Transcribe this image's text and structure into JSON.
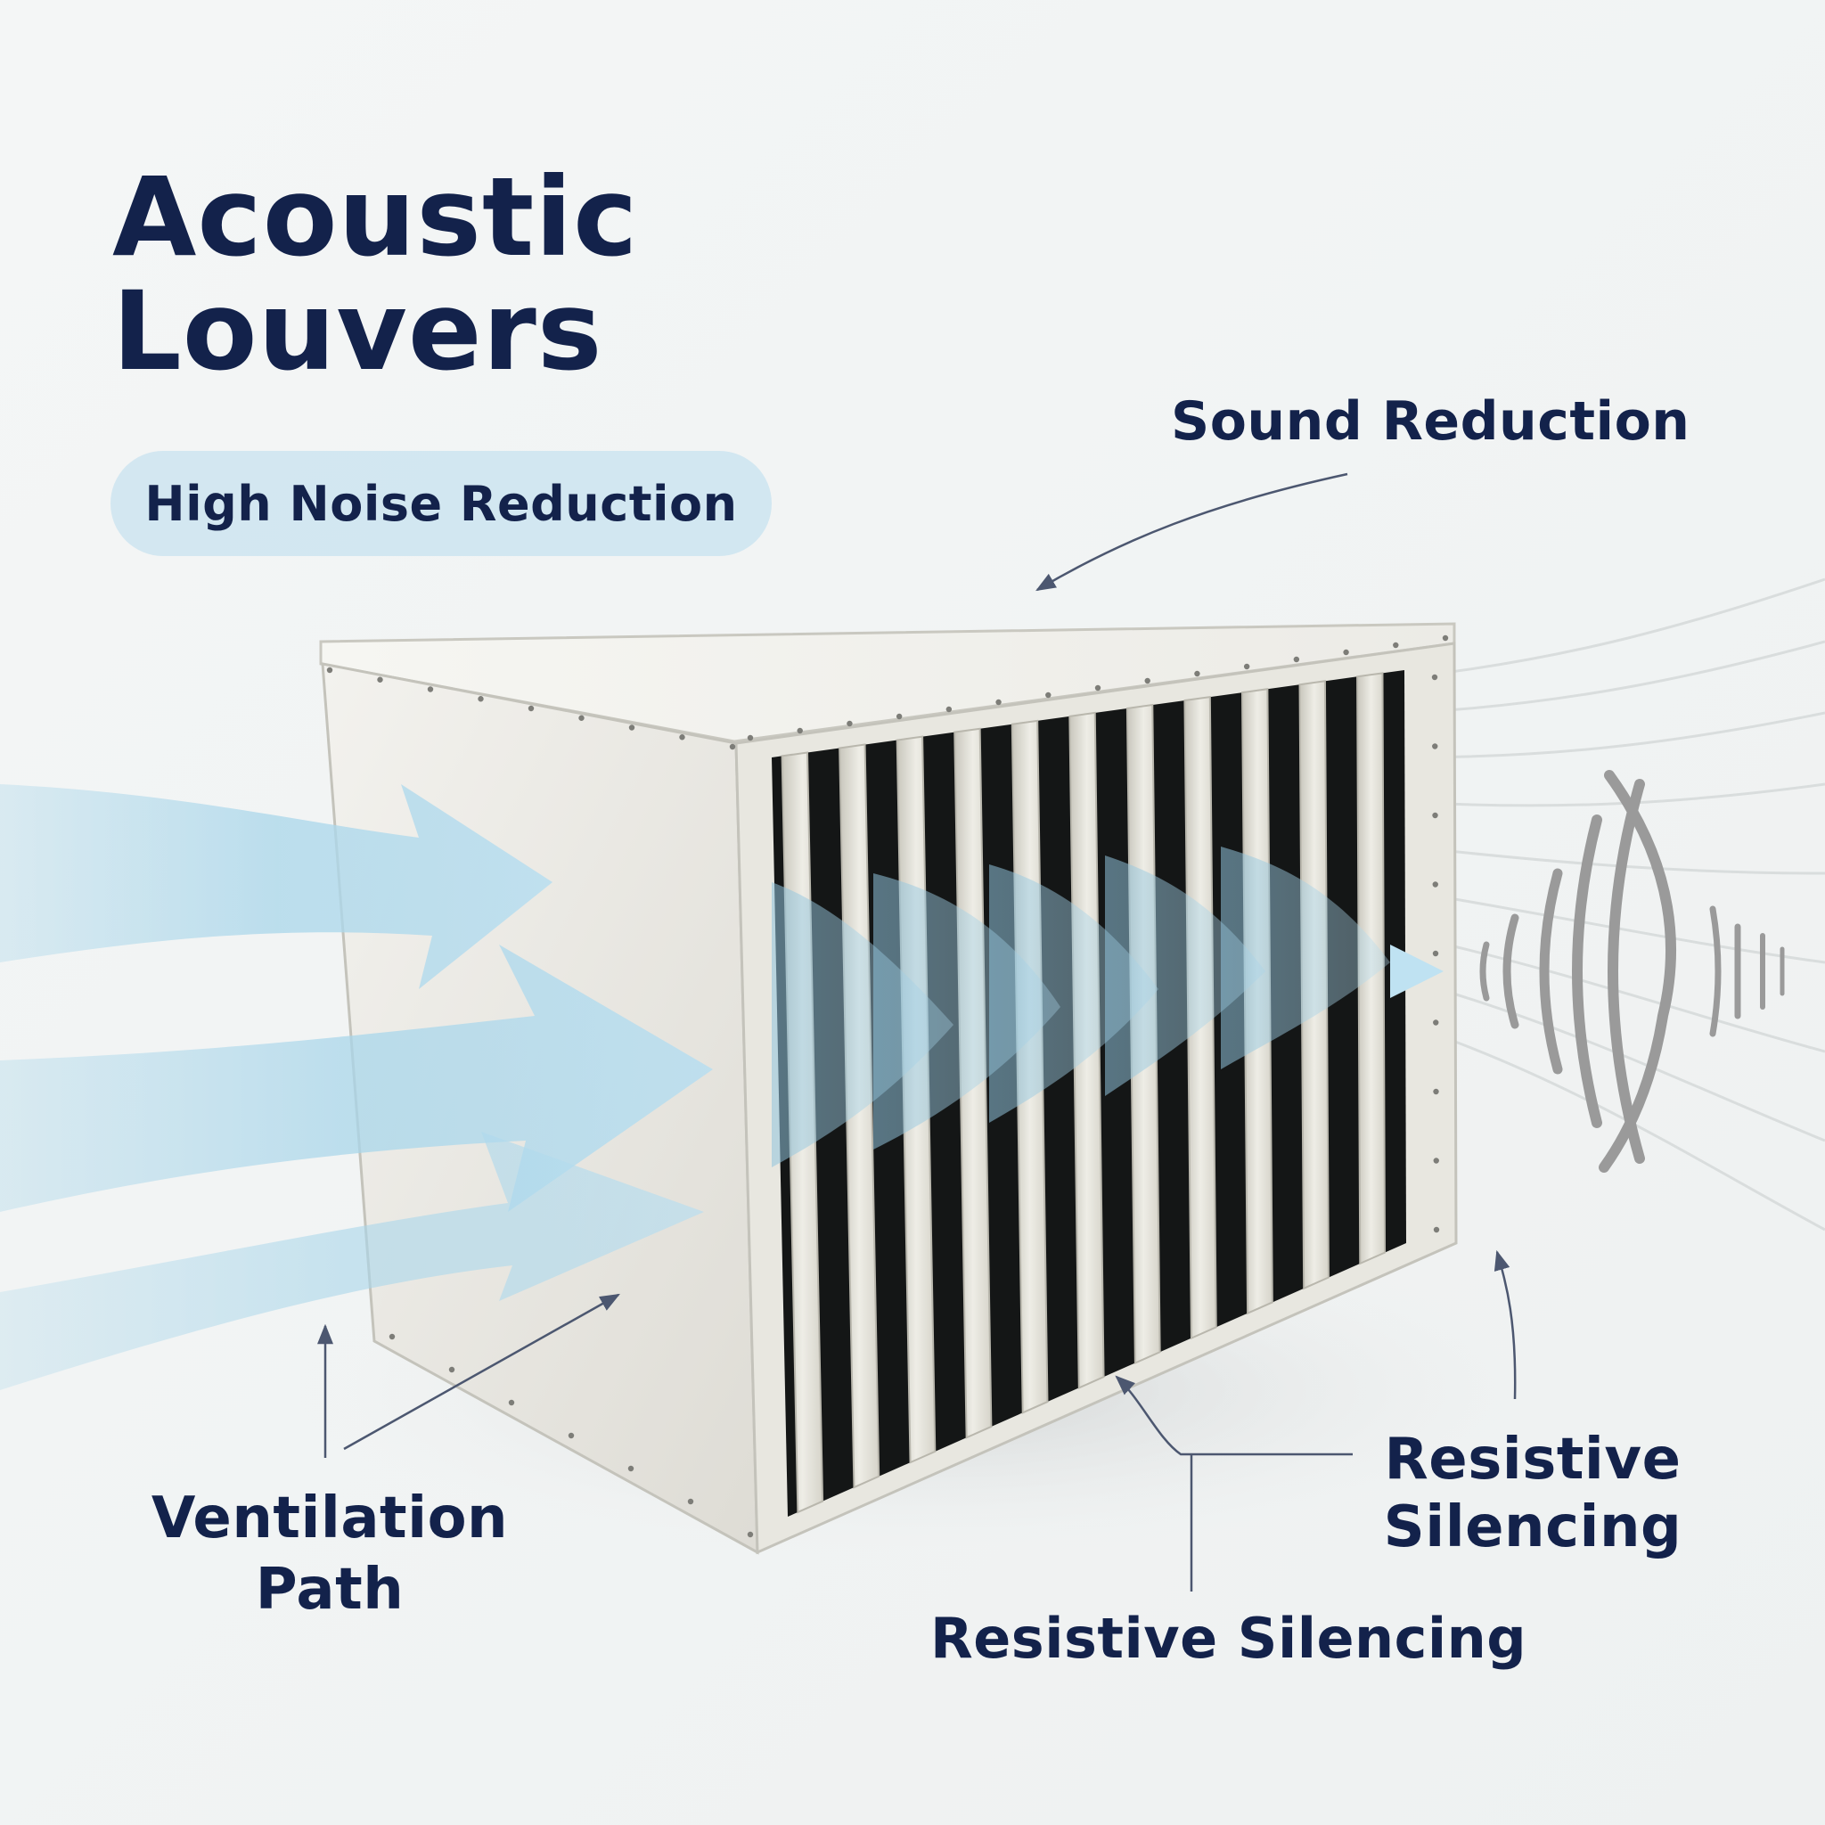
{
  "title": {
    "line1": "Acoustic",
    "line2": "Louvers"
  },
  "badge": {
    "text": "High Noise Reduction"
  },
  "callouts": {
    "sound_reduction": "Sound Reduction",
    "ventilation_path": {
      "line1": "Ventilation",
      "line2": "Path"
    },
    "resistive_silencing_right": {
      "line1": "Resistive",
      "line2": "Silencing"
    },
    "resistive_silencing_bottom": "Resistive Silencing"
  },
  "colors": {
    "text": "#13224b",
    "background": "#f1f4f4",
    "badge_fill": "#cce4f0",
    "housing": "#ecebe5",
    "airflow_arrow": "#aed8ea",
    "baffle_dark": "#1c1e1e",
    "sound_wave": "#9a9a9a"
  },
  "icons": {
    "airflow": "arrow-right-icon",
    "sound": "sound-wave-icon"
  }
}
